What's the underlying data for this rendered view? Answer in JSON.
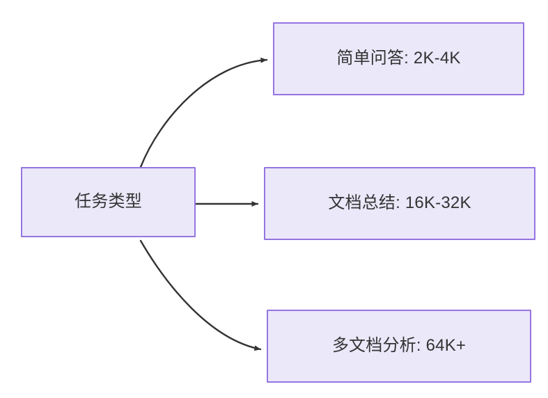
{
  "diagram": {
    "type": "flowchart",
    "direction": "left-to-right",
    "background_color": "#ffffff",
    "node_fill_color": "#ebe8fa",
    "node_border_color": "#9575e0",
    "node_text_color": "#333333",
    "edge_color": "#333333",
    "root": {
      "id": "root",
      "label": "任务类型"
    },
    "branches": [
      {
        "id": "simple-qa",
        "label": "简单问答: 2K-4K",
        "task": "简单问答",
        "context_range": "2K-4K",
        "edge_style": "curved-up",
        "arrowhead": "solid-triangle"
      },
      {
        "id": "doc-summary",
        "label": "文档总结: 16K-32K",
        "task": "文档总结",
        "context_range": "16K-32K",
        "edge_style": "straight",
        "arrowhead": "solid-triangle"
      },
      {
        "id": "multi-doc",
        "label": "多文档分析: 64K+",
        "task": "多文档分析",
        "context_range": "64K+",
        "edge_style": "curved-down",
        "arrowhead": "solid-triangle"
      }
    ]
  }
}
